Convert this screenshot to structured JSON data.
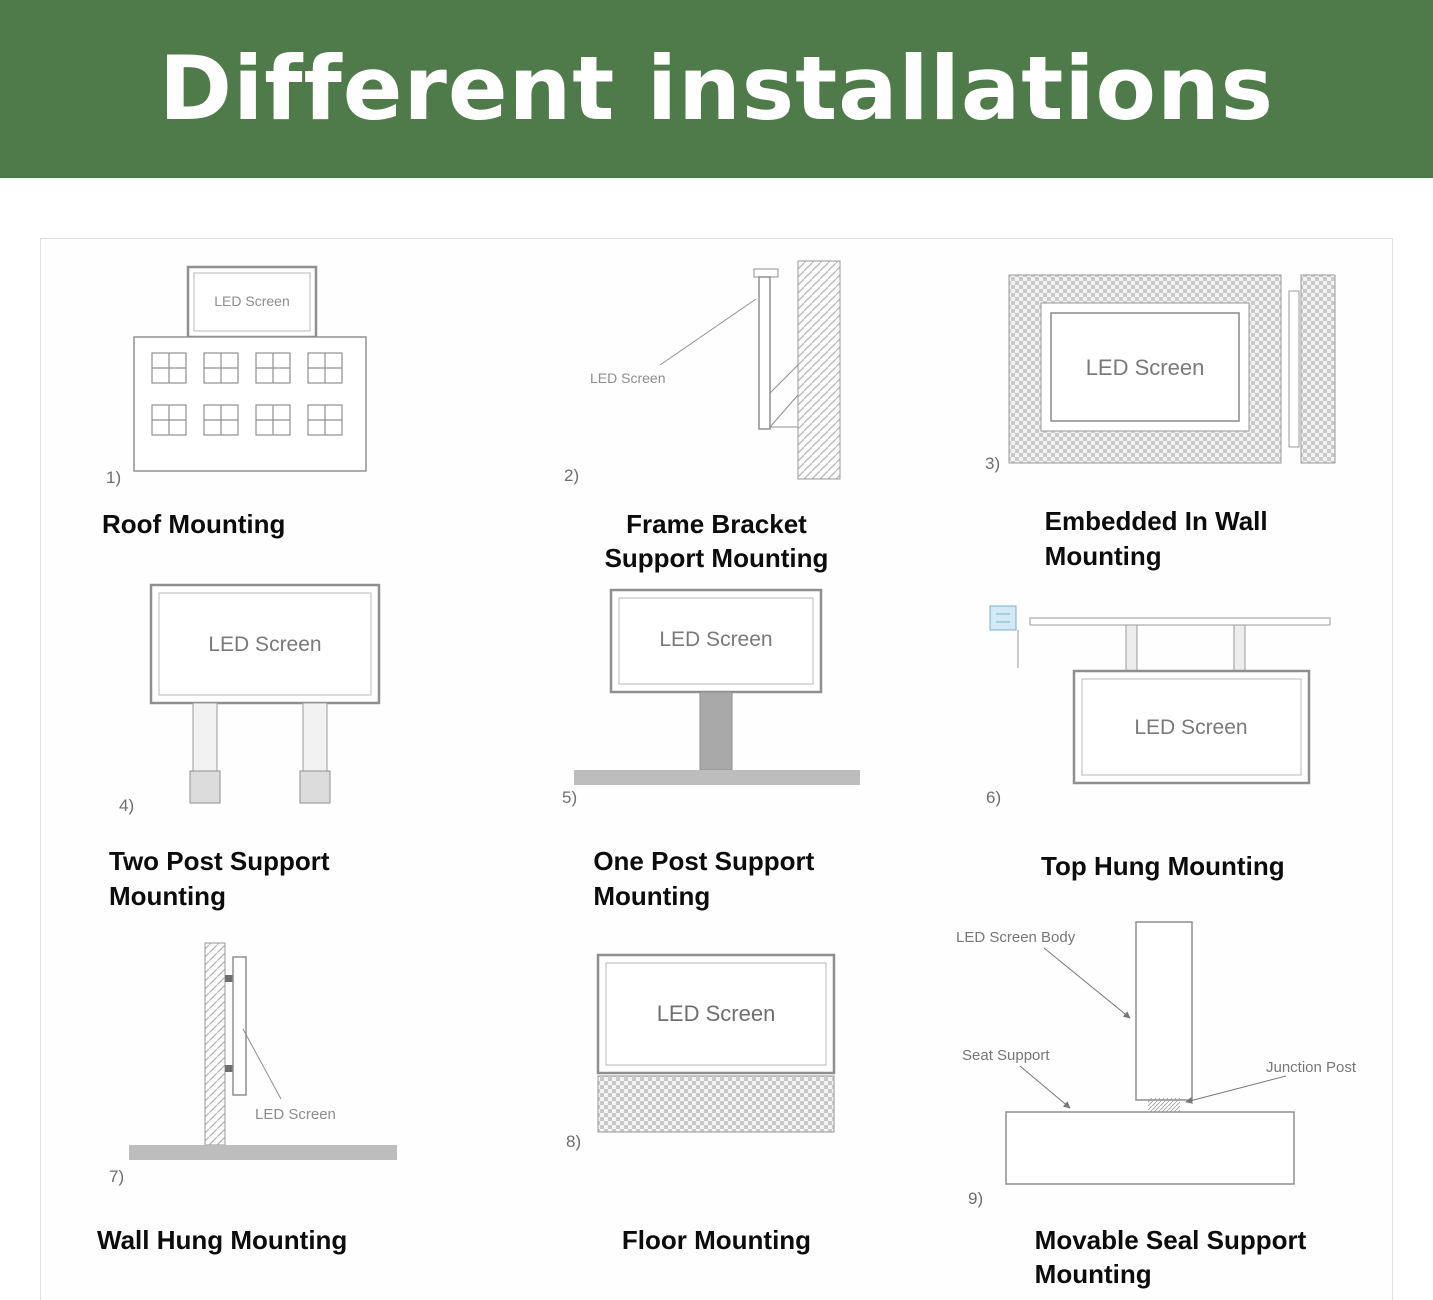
{
  "header": {
    "title": "Different installations",
    "banner_color": "#4e7b49"
  },
  "cells": [
    {
      "num": "1)",
      "caption": "Roof Mounting",
      "screen_label": "LED Screen"
    },
    {
      "num": "2)",
      "caption": "Frame Bracket Support Mounting",
      "screen_label": "LED Screen"
    },
    {
      "num": "3)",
      "caption": "Embedded In Wall Mounting",
      "screen_label": "LED Screen"
    },
    {
      "num": "4)",
      "caption": "Two Post Support Mounting",
      "screen_label": "LED Screen"
    },
    {
      "num": "5)",
      "caption": "One Post Support Mounting",
      "screen_label": "LED Screen"
    },
    {
      "num": "6)",
      "caption": "Top Hung Mounting",
      "screen_label": "LED Screen"
    },
    {
      "num": "7)",
      "caption": "Wall Hung Mounting",
      "screen_label": "LED Screen"
    },
    {
      "num": "8)",
      "caption": "Floor Mounting",
      "screen_label": "LED Screen"
    },
    {
      "num": "9)",
      "caption": "Movable Seal Support Mounting",
      "labels": {
        "body": "LED Screen Body",
        "seat": "Seat Support",
        "junction": "Junction Post"
      }
    }
  ]
}
